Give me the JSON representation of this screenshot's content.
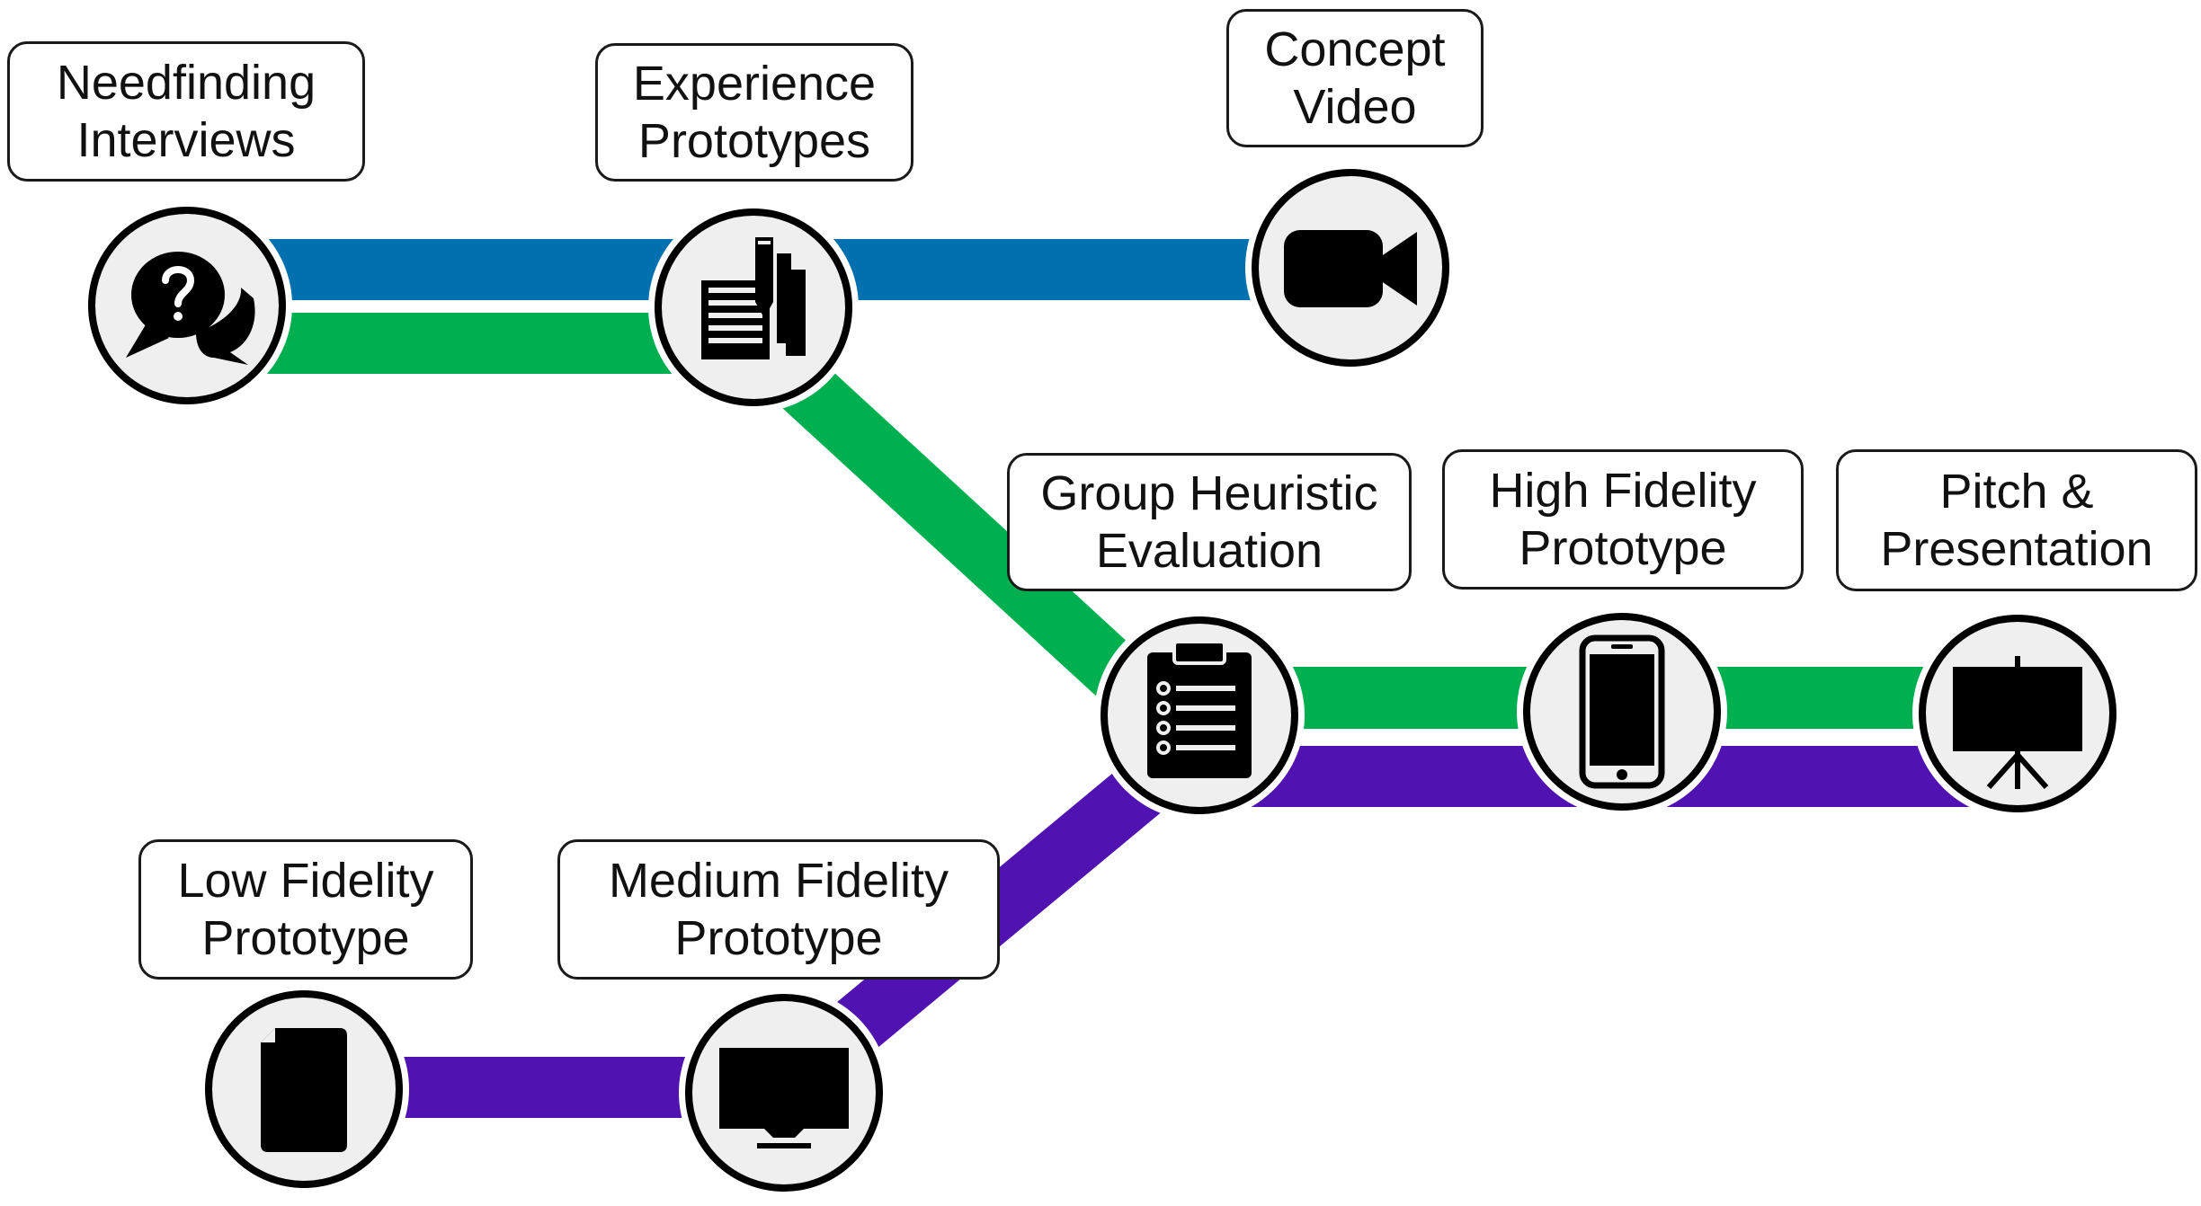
{
  "lines": [
    {
      "name": "blue",
      "color": "#0070AF"
    },
    {
      "name": "green",
      "color": "#00B050"
    },
    {
      "name": "purple",
      "color": "#5012B0"
    }
  ],
  "colors": {
    "node_fill": "#EFEFEF",
    "node_border": "#000000",
    "icon": "#000000",
    "casing": "#FFFFFF"
  },
  "stations": {
    "needfinding": {
      "line1": "Needfinding",
      "line2": "Interviews",
      "icon": "question-speech-bubbles-icon"
    },
    "experience": {
      "line1": "Experience",
      "line2": "Prototypes",
      "icon": "notepad-pencil-icon"
    },
    "concept": {
      "line1": "Concept",
      "line2": "Video",
      "icon": "video-camera-icon"
    },
    "heuristic": {
      "line1": "Group Heuristic",
      "line2": "Evaluation",
      "icon": "clipboard-checklist-icon"
    },
    "highfi": {
      "line1": "High Fidelity",
      "line2": "Prototype",
      "icon": "smartphone-icon"
    },
    "pitch": {
      "line1": "Pitch &",
      "line2": "Presentation",
      "icon": "presentation-easel-icon"
    },
    "lowfi": {
      "line1": "Low Fidelity",
      "line2": "Prototype",
      "icon": "document-page-icon"
    },
    "medfi": {
      "line1": "Medium Fidelity",
      "line2": "Prototype",
      "icon": "desktop-monitor-icon"
    }
  }
}
